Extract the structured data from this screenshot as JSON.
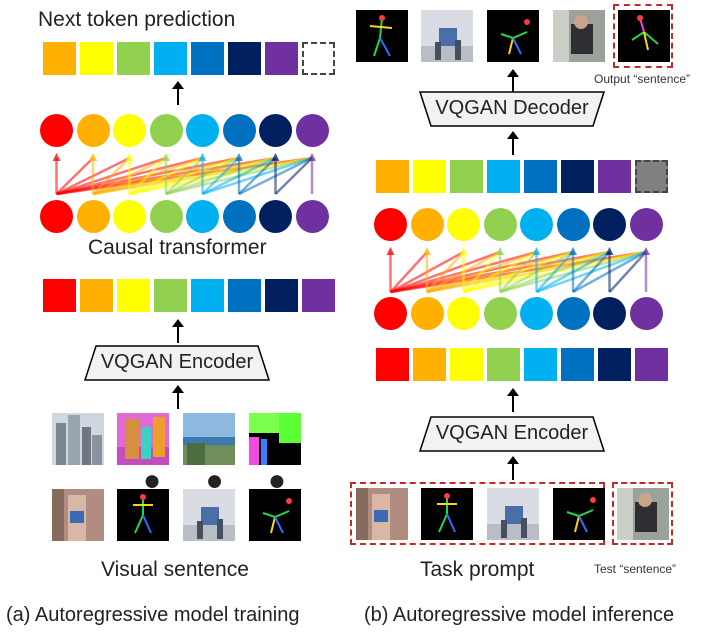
{
  "palette": [
    "#ff0000",
    "#ffb000",
    "#ffff00",
    "#92d050",
    "#00b0f0",
    "#0070c0",
    "#002060",
    "#7030a0"
  ],
  "left": {
    "top_title": "Next token prediction",
    "transformer_label": "Causal transformer",
    "encoder_label": "VQGAN Encoder",
    "sentence_label": "Visual sentence",
    "caption": "(a) Autoregressive model training",
    "ellipsis": "● ● ●"
  },
  "right": {
    "decoder_label": "VQGAN Decoder",
    "encoder_label": "VQGAN Encoder",
    "output_label": "Output “sentence”",
    "prompt_label": "Task prompt",
    "test_label": "Test “sentence”",
    "caption": "(b) Autoregressive model inference"
  }
}
